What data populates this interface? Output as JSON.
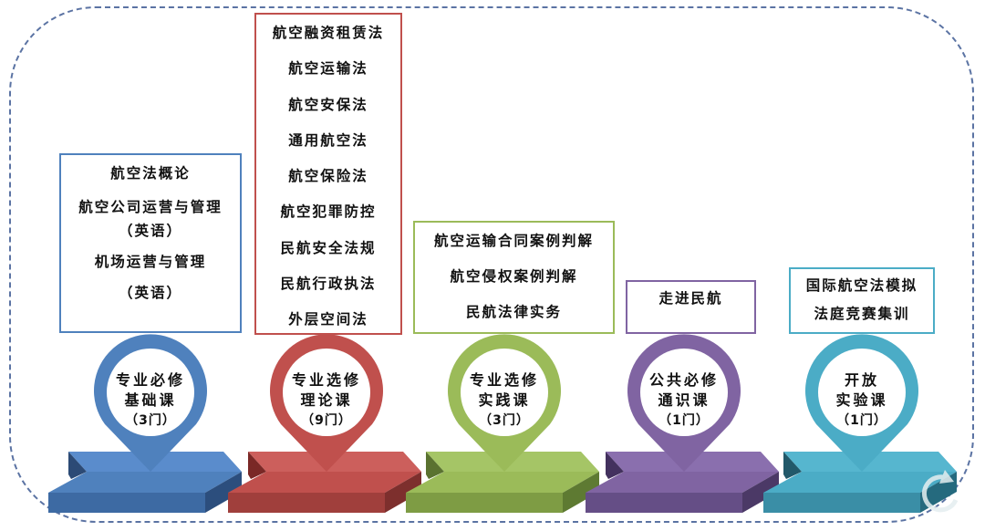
{
  "columns": [
    {
      "id": "required-foundation",
      "color": "#4f81bd",
      "pin": {
        "line1": "专业必修",
        "line2": "基础课",
        "count": "（3门）"
      },
      "courses": [
        "航空法概论",
        "航空公司运营与管理",
        "（英语）",
        "机场运营与管理",
        "（英语）"
      ]
    },
    {
      "id": "elective-theory",
      "color": "#c0504d",
      "pin": {
        "line1": "专业选修",
        "line2": "理论课",
        "count": "（9门）"
      },
      "courses": [
        "航空融资租赁法",
        "航空运输法",
        "航空安保法",
        "通用航空法",
        "航空保险法",
        "航空犯罪防控",
        "民航安全法规",
        "民航行政执法",
        "外层空间法"
      ]
    },
    {
      "id": "elective-practice",
      "color": "#9bbb59",
      "pin": {
        "line1": "专业选修",
        "line2": "实践课",
        "count": "（3门）"
      },
      "courses": [
        "航空运输合同案例判解",
        "航空侵权案例判解",
        "民航法律实务"
      ]
    },
    {
      "id": "public-general",
      "color": "#8064a2",
      "pin": {
        "line1": "公共必修",
        "line2": "通识课",
        "count": "（1门）"
      },
      "courses": [
        "走进民航"
      ]
    },
    {
      "id": "open-lab",
      "color": "#4bacc6",
      "pin": {
        "line1": "开放",
        "line2": "实验课",
        "count": "（1门）"
      },
      "courses": [
        "国际航空法模拟",
        "法庭竞赛集训"
      ]
    }
  ],
  "frame": {
    "border_color": "#5b73a3",
    "style": "dashed-rounded"
  },
  "watermark": {
    "icon": "curved-arrow-logo"
  }
}
